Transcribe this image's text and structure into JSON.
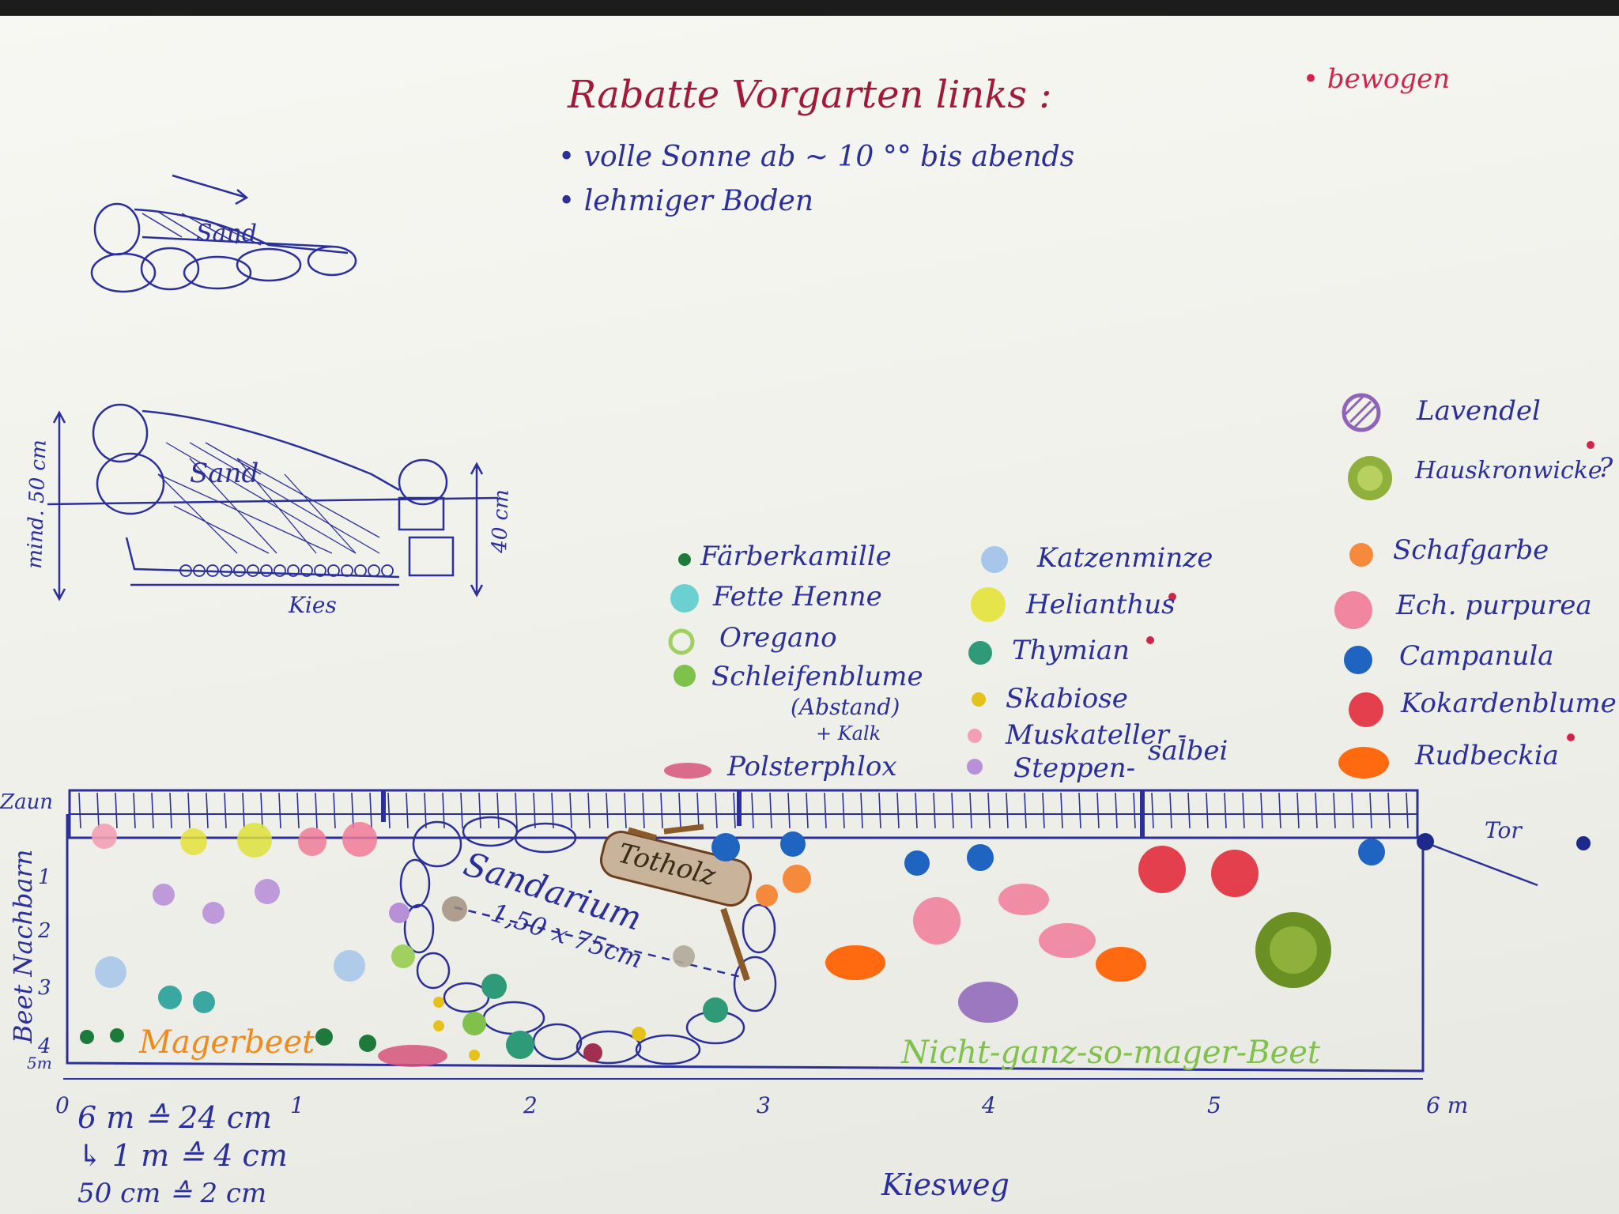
{
  "title": "Rabatte Vorgarten links :",
  "conditions": [
    "volle Sonne ab ~ 10 °° bis abends",
    "lehmiger Boden"
  ],
  "key_watered": "bewogen",
  "sketch": {
    "top_label": "Sand",
    "section_label": "Sand",
    "height_left": "mind. 50 cm",
    "height_right": "40 cm",
    "gravel": "Kies"
  },
  "legend_col1": [
    "Färberkamille",
    "Fette Henne",
    "Oregano",
    "Schleifenblume",
    "(Abstand)",
    "+ Kalk",
    "Polsterphlox"
  ],
  "legend_col2": [
    "Katzenminze",
    "Helianthus",
    "Thymian",
    "Skabiose",
    "Muskateller -",
    "salbei",
    "Steppen-"
  ],
  "legend_col3": [
    "Lavendel",
    "Hauskronwicke",
    "?",
    "Schafgarbe",
    "Ech. purpurea",
    "Campanula",
    "Kokardenblume",
    "Rudbeckia"
  ],
  "plan": {
    "fence": "Zaun",
    "neighbour": "Beet Nachbarn",
    "gate": "Tor",
    "sandarium": "Sandarium",
    "sandarium_size": "1,50 x 75cm",
    "deadwood": "Totholz",
    "lean_bed": "Magerbeet",
    "other_bed": "Nicht-ganz-so-mager-Beet",
    "path": "Kiesweg",
    "x_ticks": [
      "0",
      "1",
      "2",
      "3",
      "4",
      "5",
      "6 m"
    ],
    "y_ticks": [
      "1",
      "2",
      "3",
      "4",
      "5m"
    ]
  },
  "scale": [
    "6 m ≙ 24 cm",
    "1 m ≙ 4 cm",
    "50 cm ≙ 2 cm"
  ]
}
